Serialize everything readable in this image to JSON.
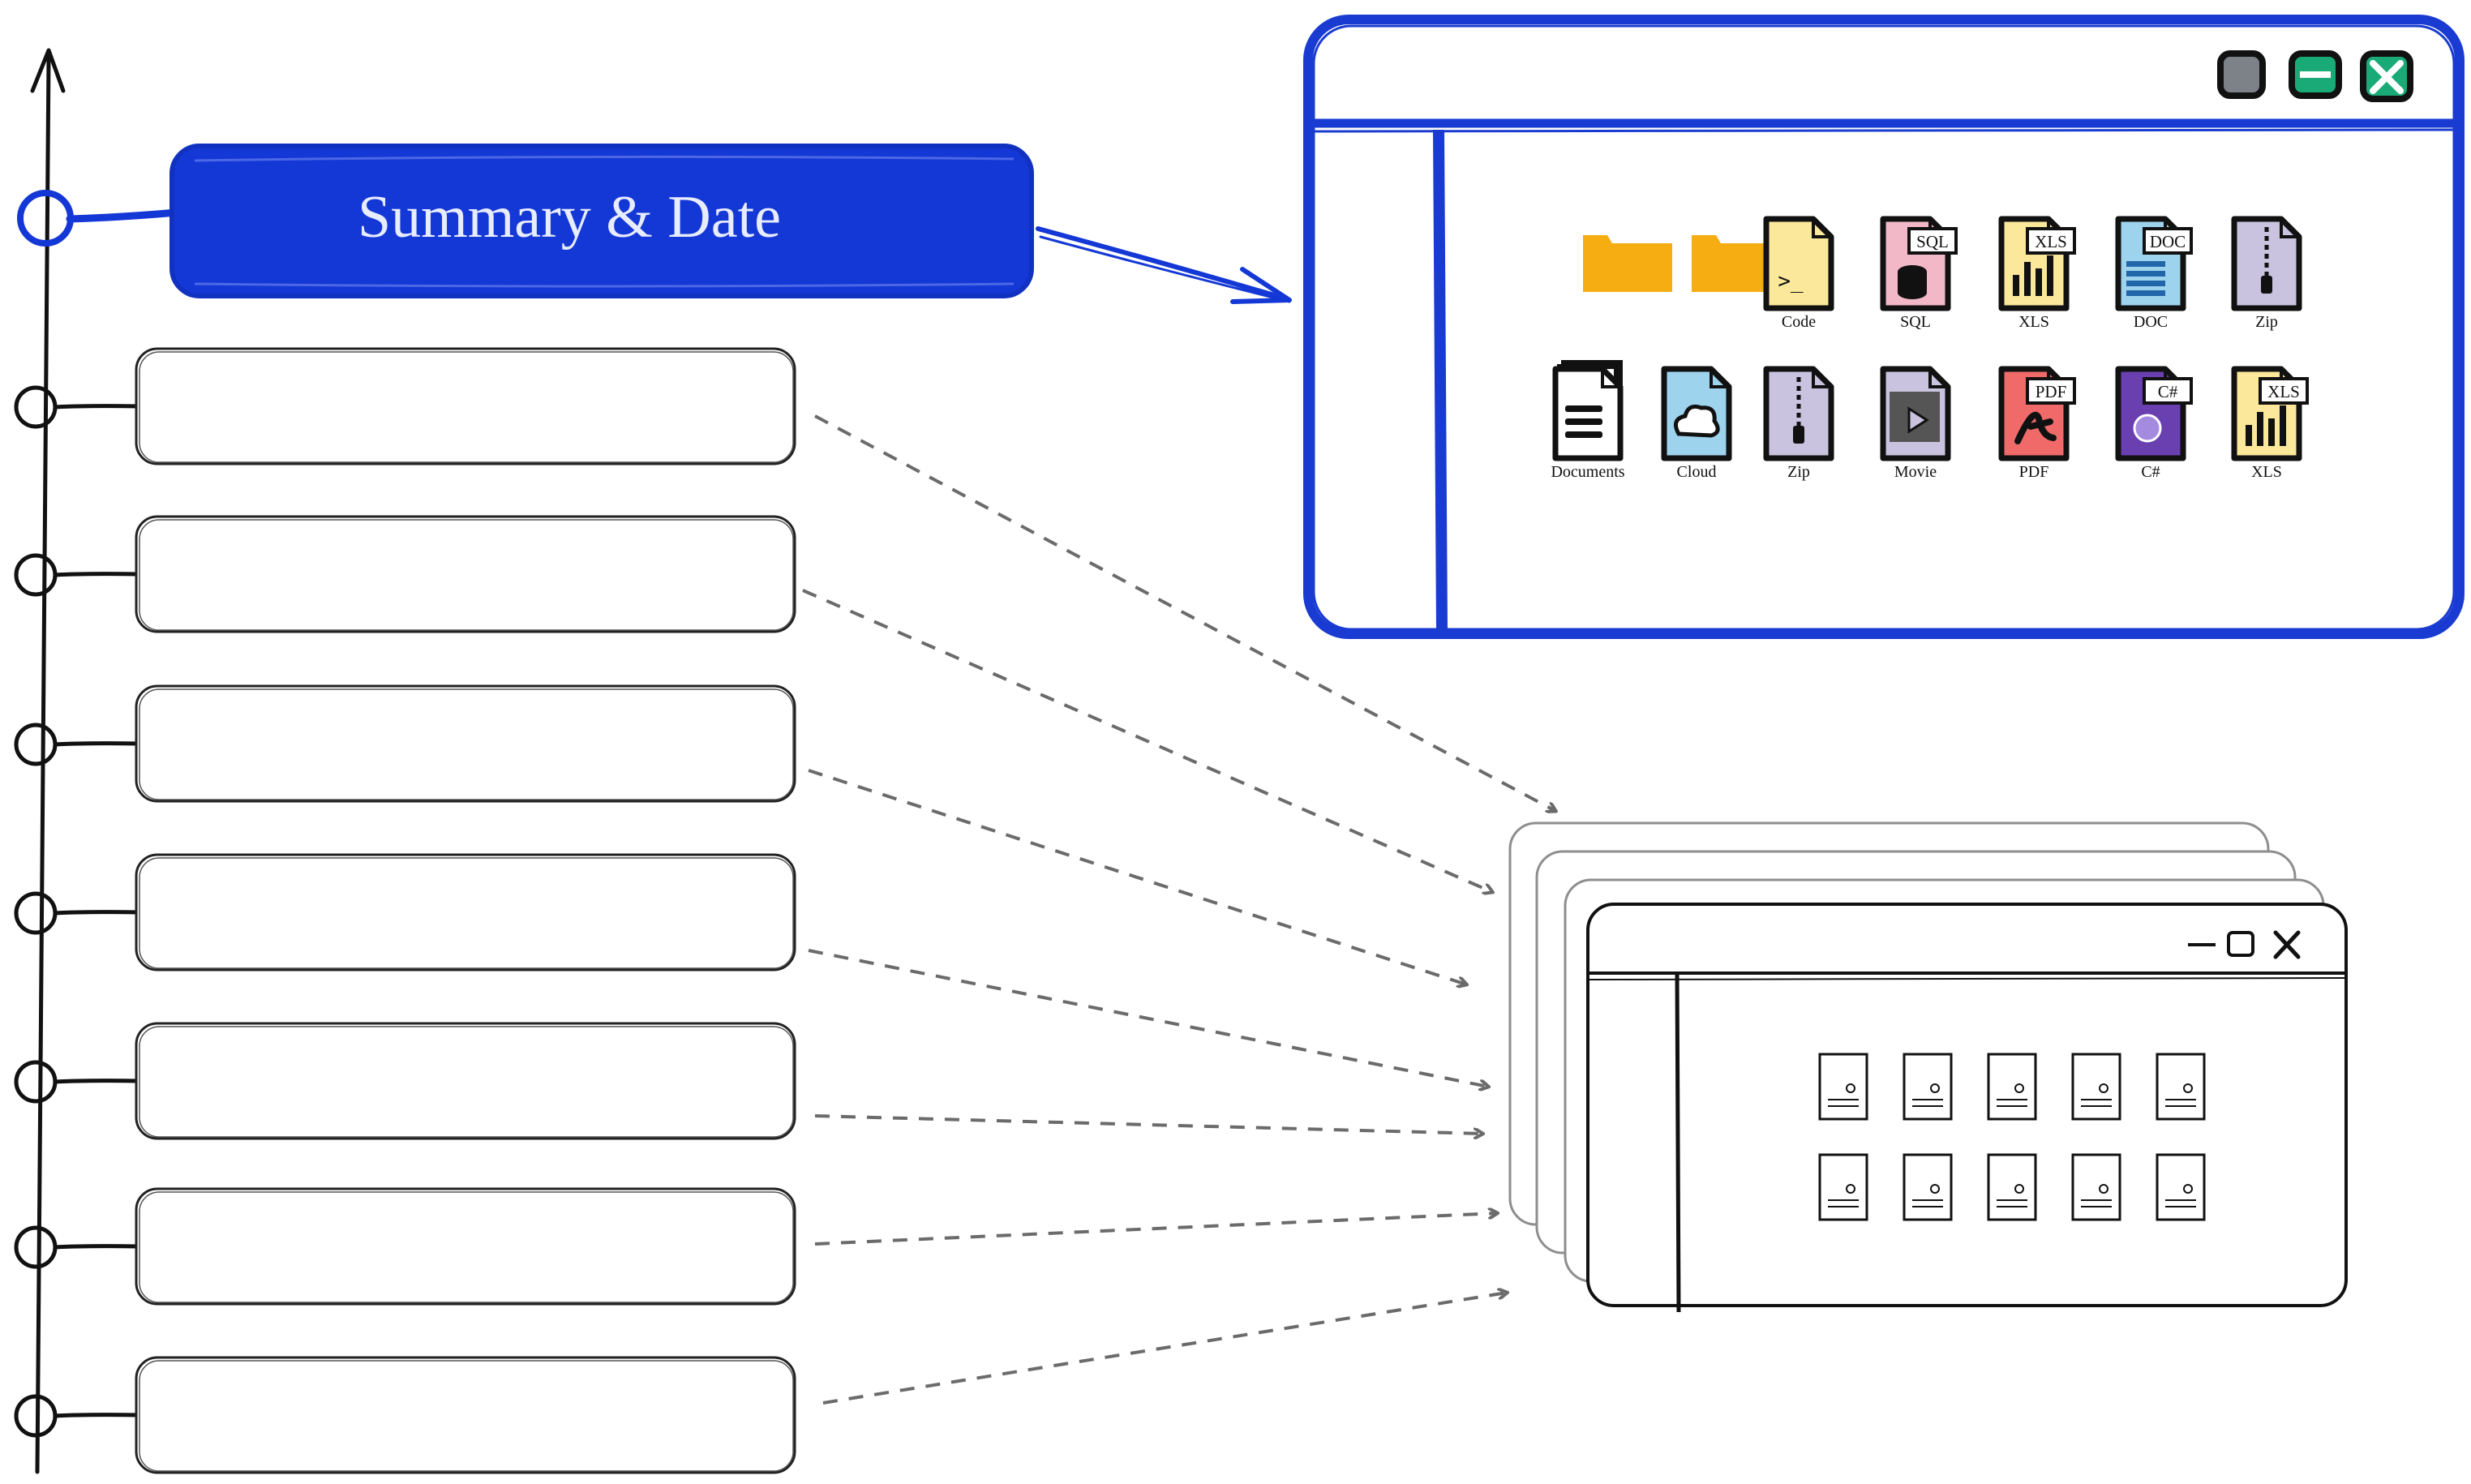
{
  "timeline": {
    "title": "Summary & Date",
    "title_color": "#1438d6",
    "entries": [
      {
        "text": ""
      },
      {
        "text": ""
      },
      {
        "text": ""
      },
      {
        "text": ""
      },
      {
        "text": ""
      },
      {
        "text": ""
      },
      {
        "text": ""
      }
    ]
  },
  "file_window": {
    "border_color": "#1a3bd1",
    "controls": [
      {
        "name": "gray-square",
        "color": "#7d8289"
      },
      {
        "name": "minimize",
        "color": "#1aaa78"
      },
      {
        "name": "close",
        "color": "#1aaa78"
      }
    ],
    "row1": [
      {
        "type": "folder",
        "label": ""
      },
      {
        "type": "folder",
        "label": ""
      },
      {
        "type": "code",
        "label": "Code",
        "badge": ""
      },
      {
        "type": "sql",
        "label": "SQL",
        "badge": "SQL"
      },
      {
        "type": "xls",
        "label": "XLS",
        "badge": "XLS"
      },
      {
        "type": "doc",
        "label": "DOC",
        "badge": "DOC"
      },
      {
        "type": "zip",
        "label": "Zip",
        "badge": ""
      }
    ],
    "row2": [
      {
        "type": "documents",
        "label": "Documents",
        "badge": ""
      },
      {
        "type": "cloud",
        "label": "Cloud",
        "badge": ""
      },
      {
        "type": "zip",
        "label": "Zip",
        "badge": ""
      },
      {
        "type": "movie",
        "label": "Movie",
        "badge": ""
      },
      {
        "type": "pdf",
        "label": "PDF",
        "badge": "PDF"
      },
      {
        "type": "csharp",
        "label": "C#",
        "badge": "C#"
      },
      {
        "type": "xls",
        "label": "XLS",
        "badge": "XLS"
      }
    ]
  },
  "stack_window": {
    "file_count": 10
  },
  "icon_colors": {
    "folder": "#f6ad12",
    "code": "#fbe89a",
    "sql": "#f3b8c8",
    "xls": "#fbe89a",
    "doc": "#9ed3ee",
    "zip": "#c9c3e0",
    "documents": "#ffffff",
    "cloud": "#9ed3ee",
    "movie": "#c9c3e0",
    "pdf": "#f06a6a",
    "csharp": "#6a3fb0"
  }
}
